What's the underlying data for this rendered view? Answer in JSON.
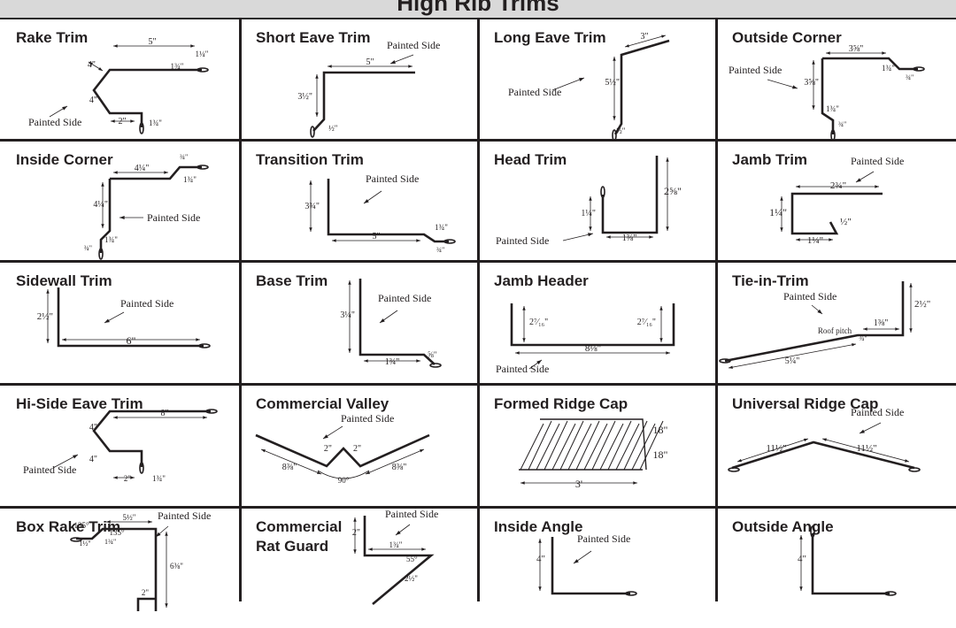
{
  "header": {
    "title": "High Rib Trims"
  },
  "trims": [
    {
      "id": "rake-trim",
      "name": "Rake Trim",
      "painted_side": "Painted Side",
      "dims": [
        "5\"",
        "1¼\"",
        "1¾\"",
        "4\"",
        "4\"",
        "2\"",
        "1¾\""
      ]
    },
    {
      "id": "short-eave-trim",
      "name": "Short Eave Trim",
      "painted_side": "Painted Side",
      "dims": [
        "5\"",
        "3½\"",
        "½\""
      ]
    },
    {
      "id": "long-eave-trim",
      "name": "Long Eave Trim",
      "painted_side": "Painted Side",
      "dims": [
        "3\"",
        "5½\"",
        "½\""
      ]
    },
    {
      "id": "outside-corner",
      "name": "Outside Corner",
      "painted_side": "Painted Side",
      "dims": [
        "3⅝\"",
        "1¾\"",
        "¾\"",
        "3⅝\"",
        "1¾\"",
        "¾\""
      ]
    },
    {
      "id": "inside-corner",
      "name": "Inside Corner",
      "painted_side": "Painted Side",
      "dims": [
        "¾\"",
        "4¼\"",
        "1¾\"",
        "4¼\"",
        "1¾\"",
        "¾\""
      ]
    },
    {
      "id": "transition-trim",
      "name": "Transition Trim",
      "painted_side": "Painted Side",
      "dims": [
        "3¾\"",
        "5\"",
        "1¾\"",
        "¾\""
      ]
    },
    {
      "id": "head-trim",
      "name": "Head Trim",
      "painted_side": "Painted Side",
      "dims": [
        "2⅝\"",
        "1¼\"",
        "1⅜\""
      ]
    },
    {
      "id": "jamb-trim",
      "name": "Jamb Trim",
      "painted_side": "Painted Side",
      "dims": [
        "2¾\"",
        "1¼\"",
        "½\"",
        "1¼\""
      ]
    },
    {
      "id": "sidewall-trim",
      "name": "Sidewall Trim",
      "painted_side": "Painted Side",
      "dims": [
        "2½\"",
        "6\""
      ]
    },
    {
      "id": "base-trim",
      "name": "Base Trim",
      "painted_side": "Painted Side",
      "dims": [
        "3¼\"",
        "1¾\"",
        "⅝\""
      ]
    },
    {
      "id": "jamb-header",
      "name": "Jamb Header",
      "painted_side": "Painted Side",
      "dims": [
        "2⁷⁄₁₆\"",
        "2⁷⁄₁₆\"",
        "8⅛\""
      ]
    },
    {
      "id": "tie-in-trim",
      "name": "Tie-in-Trim",
      "painted_side": "Painted Side",
      "dims": [
        "2½\"",
        "1⅜\"",
        "Roof pitch",
        "¾\"",
        "5¼\""
      ]
    },
    {
      "id": "hi-side-eave-trim",
      "name": "Hi-Side Eave Trim",
      "painted_side": "Painted Side",
      "dims": [
        "8\"",
        "4\"",
        "4\"",
        "2\"",
        "1¾\""
      ]
    },
    {
      "id": "commercial-valley",
      "name": "Commercial Valley",
      "painted_side": "Painted Side",
      "dims": [
        "8⅜\"",
        "2\"",
        "2\"",
        "8⅜\"",
        "90°"
      ]
    },
    {
      "id": "formed-ridge-cap",
      "name": "Formed Ridge Cap",
      "painted_side": "",
      "dims": [
        "18\"",
        "18\"",
        "3'"
      ]
    },
    {
      "id": "universal-ridge-cap",
      "name": "Universal Ridge Cap",
      "painted_side": "Painted Side",
      "dims": [
        "11½\"",
        "11½\""
      ]
    },
    {
      "id": "box-rake-trim",
      "name": "Box Rake Trim",
      "painted_side": "Painted Side",
      "dims": [
        "135°",
        "5½\"",
        "135°",
        "1½\"",
        "1¾\"",
        "6⅜\"",
        "2\""
      ]
    },
    {
      "id": "commercial-rat-guard",
      "name": "Commercial\nRat Guard",
      "painted_side": "Painted Side",
      "dims": [
        "2\"",
        "1¾\"",
        "55°",
        "2½\""
      ]
    },
    {
      "id": "inside-angle",
      "name": "Inside Angle",
      "painted_side": "Painted Side",
      "dims": [
        "4\""
      ]
    },
    {
      "id": "outside-angle",
      "name": "Outside Angle",
      "painted_side": "",
      "dims": [
        "4\""
      ]
    }
  ],
  "colors": {
    "ink": "#231f20",
    "banner": "#d9d9d9",
    "background": "#ffffff"
  }
}
